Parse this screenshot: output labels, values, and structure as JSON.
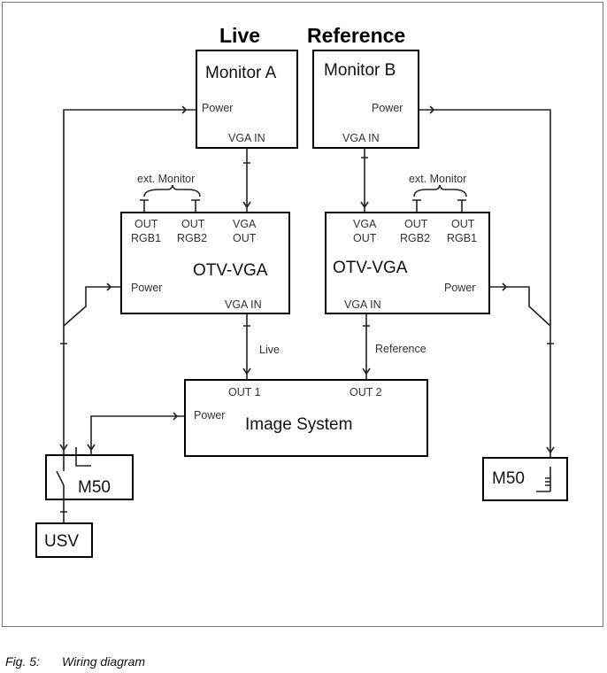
{
  "headings": {
    "live": "Live",
    "reference": "Reference"
  },
  "monitor_a": {
    "title": "Monitor A",
    "power": "Power",
    "vga_in": "VGA IN"
  },
  "monitor_b": {
    "title": "Monitor B",
    "power": "Power",
    "vga_in": "VGA IN"
  },
  "otv_left": {
    "title": "OTV-VGA",
    "ext_monitor": "ext. Monitor",
    "out1a": "OUT",
    "out1b": "RGB1",
    "out2a": "OUT",
    "out2b": "RGB2",
    "vga_a": "VGA",
    "vga_b": "OUT",
    "power": "Power",
    "vga_in": "VGA IN"
  },
  "otv_right": {
    "title": "OTV-VGA",
    "ext_monitor": "ext. Monitor",
    "vga_a": "VGA",
    "vga_b": "OUT",
    "out2a": "OUT",
    "out2b": "RGB2",
    "out1a": "OUT",
    "out1b": "RGB1",
    "power": "Power",
    "vga_in": "VGA IN"
  },
  "links": {
    "live": "Live",
    "reference": "Reference"
  },
  "image_system": {
    "title": "Image System",
    "out1": "OUT 1",
    "out2": "OUT 2",
    "power": "Power"
  },
  "m50_left": {
    "label": "M50"
  },
  "m50_right": {
    "label": "M50"
  },
  "usv": {
    "label": "USV"
  },
  "caption": {
    "fig": "Fig. 5:",
    "text": "Wiring diagram"
  }
}
